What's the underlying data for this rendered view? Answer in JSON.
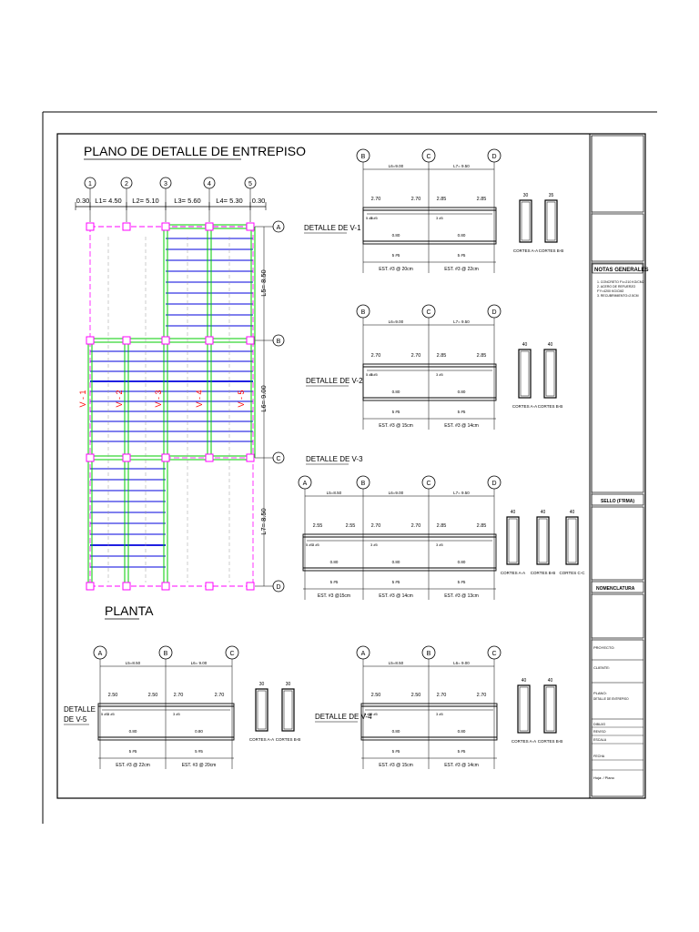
{
  "title": "PLANO DE DETALLE DE ENTREPISO",
  "planta_label": "PLANTA",
  "grid_columns": [
    "1",
    "2",
    "3",
    "4",
    "5"
  ],
  "grid_rows": [
    "A",
    "B",
    "C",
    "D"
  ],
  "span_labels": [
    "0.30",
    "L1= 4.50",
    "L2= 5.10",
    "L3= 5.60",
    "L4= 5.30",
    "0.30"
  ],
  "row_span_labels": [
    "L5= 8.50",
    "L6= 9.00",
    "L7= 8.50"
  ],
  "beam_labels": [
    "V - 1",
    "V - 2",
    "V - 3",
    "V - 4",
    "V - 5"
  ],
  "details": [
    {
      "title": "DETALLE DE V-1",
      "axes": [
        "B",
        "C",
        "D"
      ],
      "spans": [
        "L6=9.00",
        "L7= 9.50"
      ],
      "tops": [
        "2.70",
        "2.70",
        "2.85",
        "2.85"
      ],
      "stirrups": [
        "EST. #3 @ 20cm",
        "EST. #3 @ 22cm"
      ],
      "cuts": [
        "CORTES A-A",
        "CORTES B-B"
      ],
      "cut_dims": [
        "30",
        "35"
      ]
    },
    {
      "title": "DETALLE DE V-2",
      "axes": [
        "B",
        "C",
        "D"
      ],
      "spans": [
        "L6=9.00",
        "L7= 9.50"
      ],
      "tops": [
        "2.70",
        "2.70",
        "2.85",
        "2.85"
      ],
      "stirrups": [
        "EST. #3 @ 15cm",
        "EST. #3 @ 14cm"
      ],
      "cuts": [
        "CORTES A-A",
        "CORTES B-B"
      ],
      "cut_dims": [
        "40",
        "40"
      ]
    },
    {
      "title": "DETALLE DE V-3",
      "axes": [
        "A",
        "B",
        "C",
        "D"
      ],
      "spans": [
        "L5=8.50",
        "L6=9.00",
        "L7= 9.50"
      ],
      "tops": [
        "2.55",
        "2.55",
        "2.70",
        "2.70",
        "2.85",
        "2.85"
      ],
      "stirrups": [
        "EST. #3 @15cm",
        "EST. #3 @ 14cm",
        "EST. #3 @ 13cm"
      ],
      "cuts": [
        "CORTES A-A",
        "CORTES B-B",
        "CORTES C-C"
      ],
      "cut_dims": [
        "40",
        "40",
        "40"
      ]
    },
    {
      "title": "DETALLE DE V-5",
      "axes": [
        "A",
        "B",
        "C"
      ],
      "spans": [
        "L5=8.50",
        "L6= 9.00"
      ],
      "tops": [
        "2.50",
        "2.50",
        "2.70",
        "2.70"
      ],
      "stirrups": [
        "EST. #3 @ 22cm",
        "EST. #3 @ 20cm"
      ],
      "cuts": [
        "CORTES A-A",
        "CORTES B-B"
      ],
      "cut_dims": [
        "30",
        "30"
      ]
    },
    {
      "title": "DETALLE DE V-4",
      "axes": [
        "A",
        "B",
        "C"
      ],
      "spans": [
        "L5=8.50",
        "L6= 9.00"
      ],
      "tops": [
        "2.50",
        "2.50",
        "2.70",
        "2.70"
      ],
      "stirrups": [
        "EST. #3 @ 15cm",
        "EST. #3 @ 14cm"
      ],
      "cuts": [
        "CORTES A-A",
        "CORTES B-B"
      ],
      "cut_dims": [
        "40",
        "40"
      ]
    }
  ],
  "bar_labels": {
    "bottom": "5 #5",
    "top": "3 #5",
    "side": "4 #5",
    "mid": "0.80"
  },
  "title_block": {
    "notas_title": "NOTAS GENERALES",
    "notas": [
      "1. CONCRETO F'c=210 KG/CM2",
      "2. ACERO DE REFUERZO",
      "   F'Y=4200 KG/CM2",
      "3. RECUBRIMIENTO=2.5CM"
    ],
    "sello": "SELLO (F'RMA)",
    "nomenclatura": "NOMENCLATURA",
    "proyecto": "PROYECTO:",
    "cliente": "CLIENTE:",
    "plano": "PLANO:",
    "plano_value": "DETALLE DE ENTREPISO",
    "rows": [
      "DIBUJO",
      "REVISO",
      "ESCALA",
      "FECHA"
    ],
    "hoja": "Hoja: / Plano"
  },
  "colors": {
    "green": "#00cc00",
    "blue": "#0000dd",
    "magenta": "#ff00ff",
    "red": "#ff0000",
    "ink": "#000000"
  }
}
